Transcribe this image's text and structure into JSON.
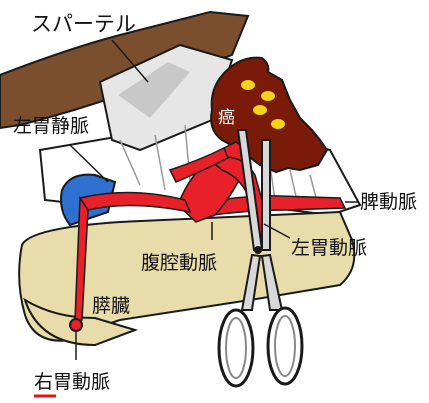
{
  "labels": {
    "spatula": "スパーテル",
    "cancer": "癌",
    "left_gastric_vein": "左胃静脈",
    "splenic_artery": "脾動脈",
    "left_gastric_artery": "左胃動脈",
    "celiac_artery": "腹腔動脈",
    "pancreas": "膵臓",
    "right_gastric_artery": "右胃動脈"
  },
  "colors": {
    "artery": "#e8202a",
    "tumor": "#7a1a08",
    "tumor_dots": "#f2d21a",
    "pancreas": "#e8dcaa",
    "spatula_handle": "#7b4f2e",
    "spatula_blade": "#e0e0e0",
    "vein": "#2e6fd0",
    "underline": "#e0141e"
  },
  "icons": {
    "tool": "scissors-forceps-icon"
  }
}
